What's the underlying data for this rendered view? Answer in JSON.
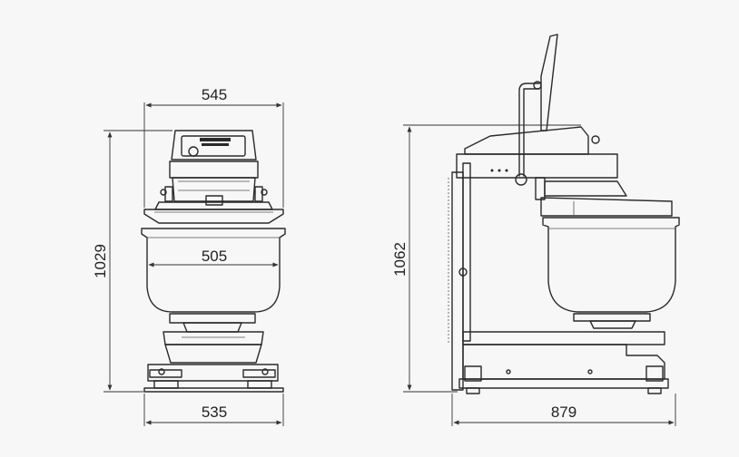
{
  "dimensions": {
    "front_top_width": "545",
    "front_bowl_width": "505",
    "front_base_width": "535",
    "front_height": "1029",
    "side_height": "1062",
    "side_base_width": "879"
  },
  "colors": {
    "line": "#2a2a2a",
    "background": "#f7f7f7"
  }
}
